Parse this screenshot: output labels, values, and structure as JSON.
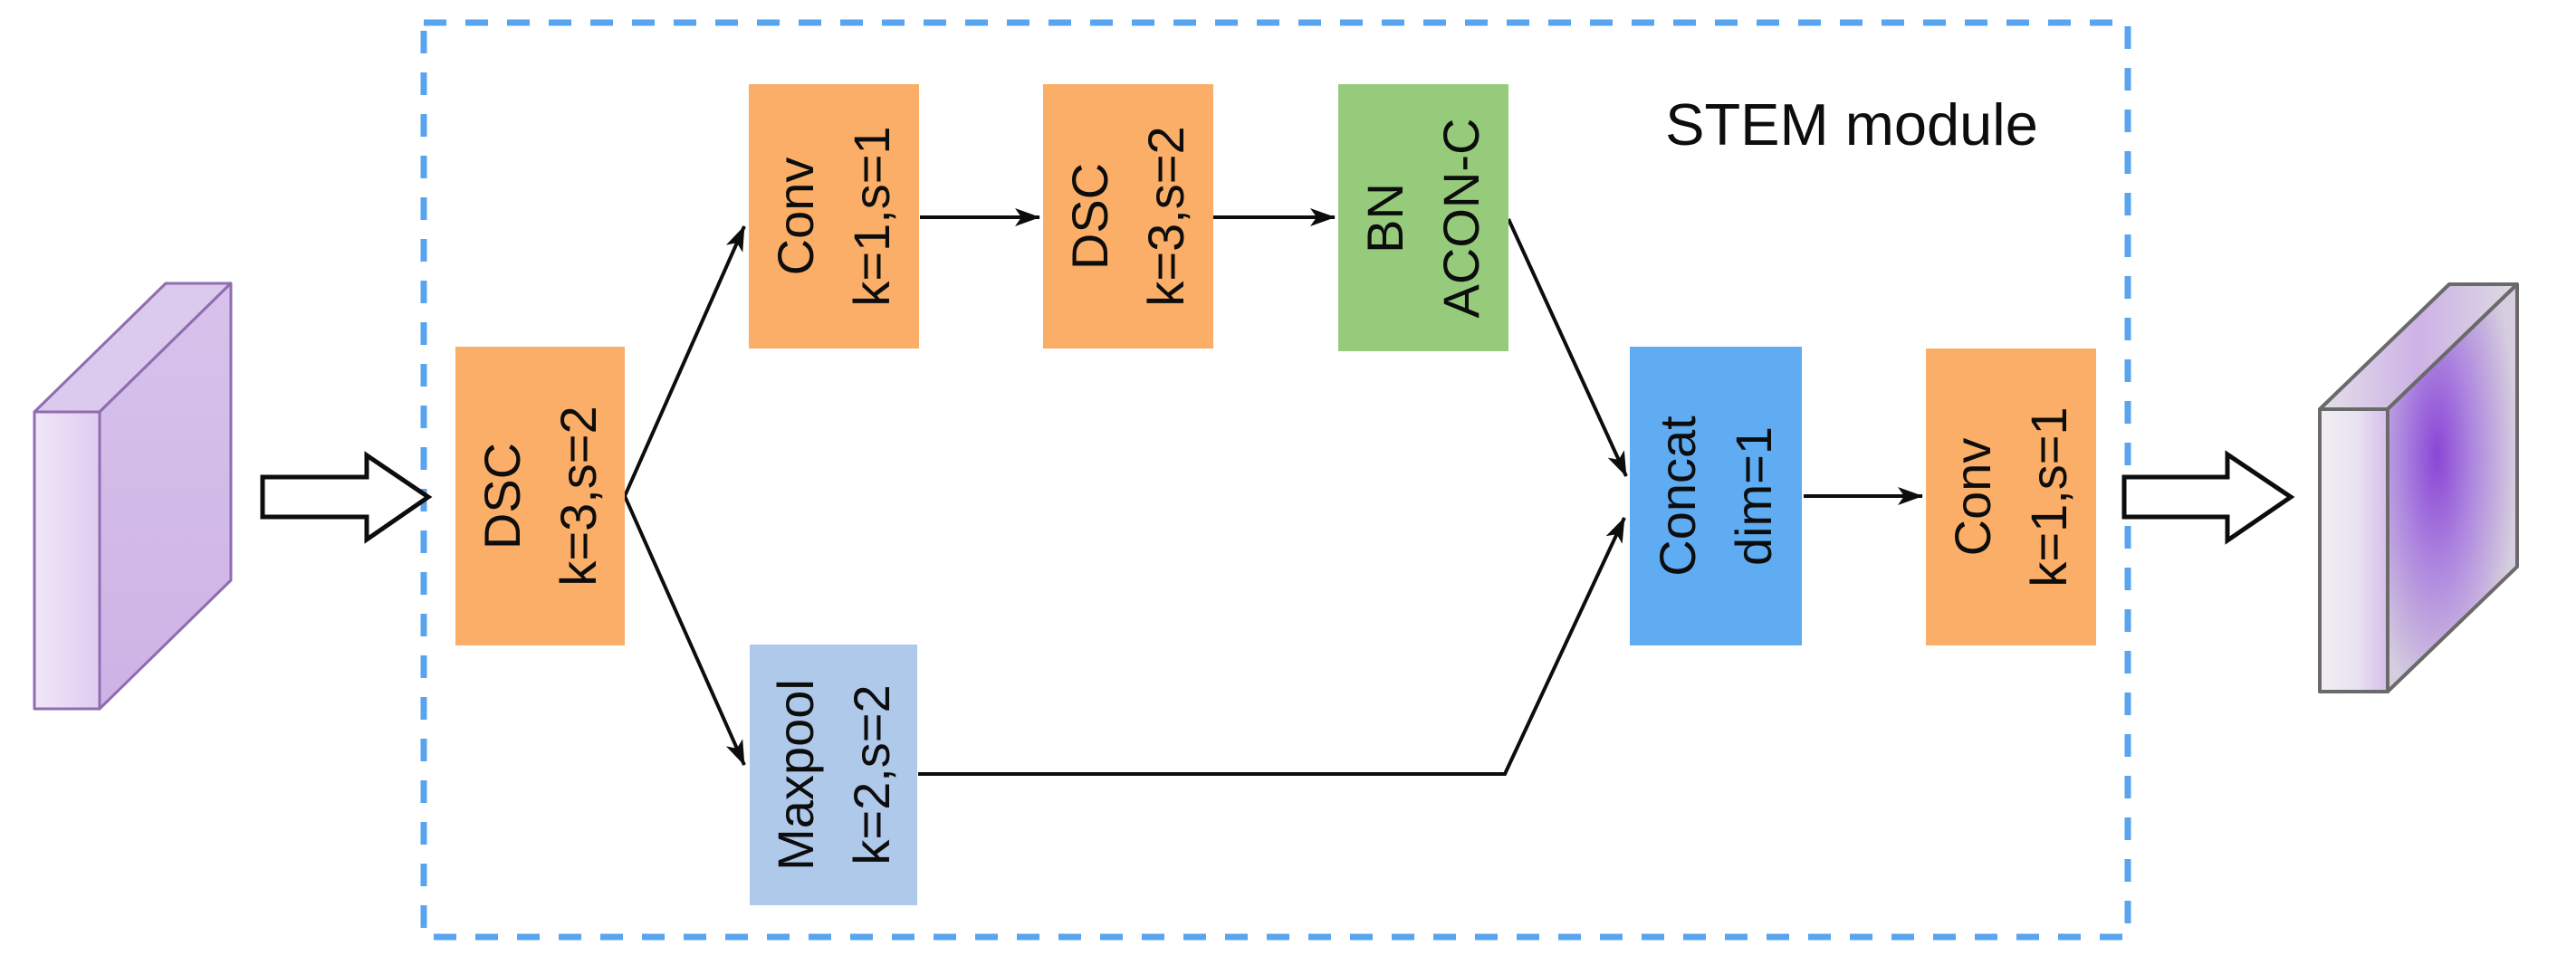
{
  "diagram": {
    "title": "STEM module",
    "nodes": {
      "dsc1": {
        "label": "DSC",
        "params": "k=3,s=2"
      },
      "conv1": {
        "label": "Conv",
        "params": "k=1,s=1"
      },
      "dsc2": {
        "label": "DSC",
        "params": "k=3,s=2"
      },
      "bn": {
        "label": "BN",
        "params": "ACON-C"
      },
      "maxpool": {
        "label": "Maxpool",
        "params": "k=2,s=2"
      },
      "concat": {
        "label": "Concat",
        "params": "dim=1"
      },
      "conv2": {
        "label": "Conv",
        "params": "k=1,s=1"
      }
    },
    "icons": {
      "input_tensor": "purple-3d-slab",
      "output_tensor": "gray-3d-slab-with-purple-glow",
      "input_flow_arrow": "hollow-right-arrow",
      "output_flow_arrow": "hollow-right-arrow"
    },
    "colors": {
      "conv_block": "#FBAE67",
      "bn_block": "#95CB7B",
      "maxpool_block": "#AFC9EA",
      "concat_block": "#5FACF3",
      "module_border": "#58A4EE",
      "connector": "#0d0d0d",
      "input_slab_edge": "#8F6DB0",
      "output_slab_edge": "#6A6A6A",
      "output_glow": "#8A46D6"
    }
  }
}
